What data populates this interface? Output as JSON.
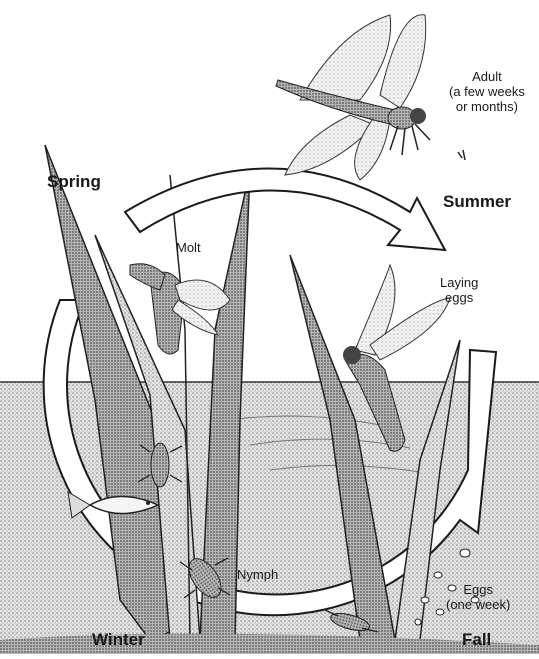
{
  "seasons": {
    "spring": "Spring",
    "summer": "Summer",
    "winter": "Winter",
    "fall": "Fall"
  },
  "stages": {
    "adult_line1": "Adult",
    "adult_line2": "(a few weeks",
    "adult_line3": "or months)",
    "molt": "Molt",
    "laying_line1": "Laying",
    "laying_line2": "eggs",
    "nymph": "Nymph",
    "eggs_line1": "Eggs",
    "eggs_line2": "(one week)"
  },
  "colors": {
    "ink": "#1a1a1a",
    "water": "#d9d9d9",
    "plant": "#bdbdbd",
    "arrow_fill": "#ffffff"
  }
}
